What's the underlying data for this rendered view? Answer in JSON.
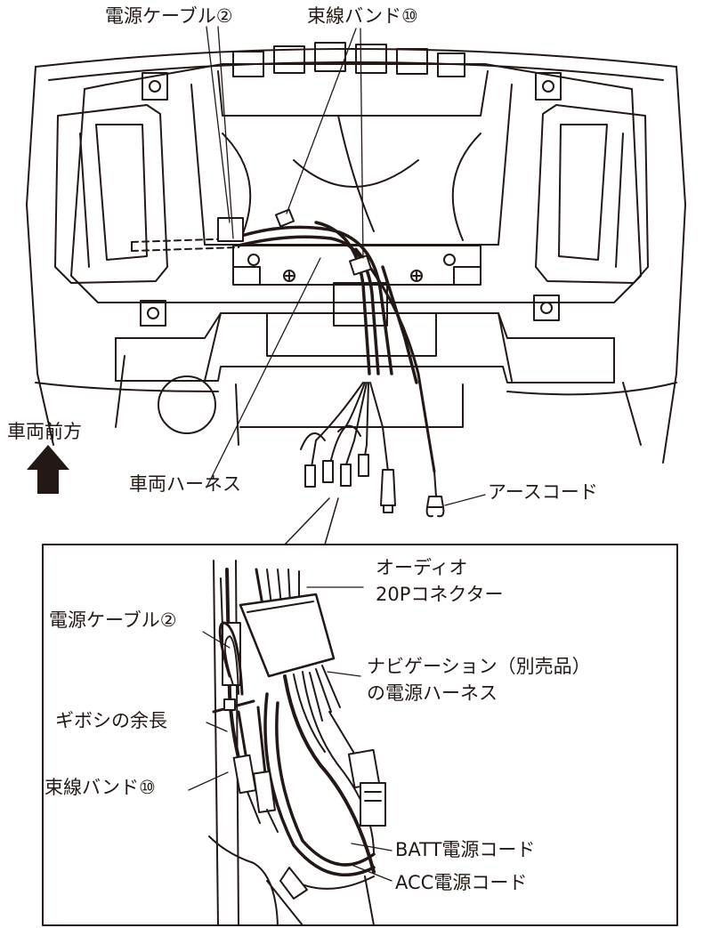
{
  "colors": {
    "line": "#231815",
    "fill": "#ffffff",
    "shade": "#e8e8e8"
  },
  "top_labels": {
    "power_cable": "電源ケーブル②",
    "cable_tie": "束線バンド⑩",
    "vehicle_forward": "車両前方",
    "vehicle_harness": "車両ハーネス",
    "ground_cord": "アースコード"
  },
  "detail_labels": {
    "audio_connector_line1": "オーディオ",
    "audio_connector_line2": "20Pコネクター",
    "power_cable": "電源ケーブル②",
    "navi_harness_line1": "ナビゲーション（別売品）",
    "navi_harness_line2": "の電源ハーネス",
    "spare_length": "ギボシの余長",
    "cable_tie": "束線バンド⑩",
    "batt_cord": "BATT電源コード",
    "acc_cord": "ACC電源コード"
  },
  "icons": {
    "forward_arrow": "arrow-up-icon"
  }
}
